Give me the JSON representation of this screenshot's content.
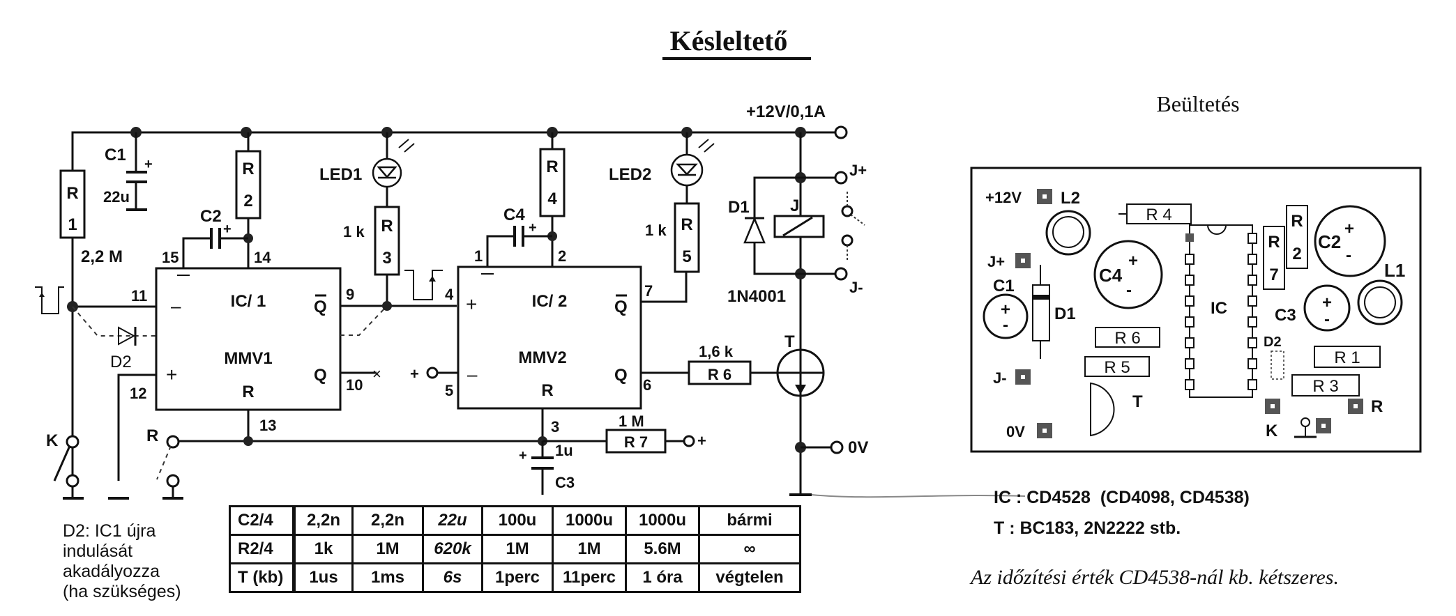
{
  "title": "Késleltető",
  "schematic": {
    "supply_label": "+12V/0,1A",
    "components": {
      "R1": {
        "ref": "R",
        "num": "1",
        "value": "2,2 M"
      },
      "R2": {
        "ref": "R",
        "num": "2"
      },
      "R3": {
        "ref": "R",
        "num": "3",
        "value": "1 k"
      },
      "R4": {
        "ref": "R",
        "num": "4"
      },
      "R5": {
        "ref": "R",
        "num": "5",
        "value": "1 k"
      },
      "R6": {
        "ref": "R 6",
        "value": "1,6 k"
      },
      "R7": {
        "ref": "R 7",
        "value": "1 M"
      },
      "C1": {
        "ref": "C1",
        "value": "22u"
      },
      "C2": {
        "ref": "C2"
      },
      "C3": {
        "ref": "C3",
        "value": "1u"
      },
      "C4": {
        "ref": "C4"
      },
      "LED1": {
        "ref": "LED1"
      },
      "LED2": {
        "ref": "LED2"
      },
      "D1": {
        "ref": "D1",
        "value": "1N4001"
      },
      "D2": {
        "ref": "D2"
      },
      "J": {
        "ref": "J"
      },
      "T": {
        "ref": "T"
      },
      "K": {
        "ref": "K"
      },
      "R_switch": {
        "ref": "R"
      }
    },
    "ic1": {
      "name": "IC/ 1",
      "type": "MMV1",
      "minus": "–",
      "plus": "+",
      "qbar": "Q",
      "q": "Q",
      "reset": "R",
      "pins": {
        "p15": "15",
        "p14": "14",
        "p11": "11",
        "p12": "12",
        "p9": "9",
        "p10": "10",
        "p13": "13"
      }
    },
    "ic2": {
      "name": "IC/ 2",
      "type": "MMV2",
      "minus": "–",
      "plus": "+",
      "qbar": "Q",
      "q": "Q",
      "reset": "R",
      "pins": {
        "p1": "1",
        "p2": "2",
        "p4": "4",
        "p5": "5",
        "p7": "7",
        "p6": "6",
        "p3": "3"
      }
    },
    "terminals": {
      "jplus": "J+",
      "jminus": "J-",
      "zero_v": "0V",
      "plus": "+",
      "plus5": "+"
    },
    "nc_mark": "×"
  },
  "timing_table": {
    "rows": [
      {
        "header": "C2/4",
        "cells": [
          "2,2n",
          "2,2n",
          "22u",
          "100u",
          "1000u",
          "1000u",
          "bármi"
        ]
      },
      {
        "header": "R2/4",
        "cells": [
          "1k",
          "1M",
          "620k",
          "1M",
          "1M",
          "5.6M",
          "∞"
        ]
      },
      {
        "header": "T (kb)",
        "cells": [
          "1us",
          "1ms",
          "6s",
          "1perc",
          "11perc",
          "1 óra",
          "végtelen"
        ]
      }
    ]
  },
  "note_d2": [
    "D2: IC1 újra",
    "indulását",
    "akadályozza",
    "(ha szükséges)"
  ],
  "layout_board": {
    "title": "Beültetés",
    "labels": {
      "p12v": "+12V",
      "jplus": "J+",
      "jminus": "J-",
      "zero_v": "0V",
      "k": "K",
      "r": "R",
      "L1": "L1",
      "L2": "L2",
      "C1": "C1",
      "C2": "C2",
      "C3": "C3",
      "C4": "C4",
      "D1": "D1",
      "D2": "D2",
      "IC": "IC",
      "T": "T",
      "R1": "R 1",
      "R2a": "R",
      "R2b": "2",
      "R3": "R 3",
      "R4": "R 4",
      "R5": "R 5",
      "R6": "R 6",
      "R7a": "R",
      "R7b": "7"
    }
  },
  "parts": {
    "ic": "IC : CD4528  (CD4098, CD4538)",
    "t": "T : BC183, 2N2222 stb."
  },
  "remark": "Az időzítési érték CD4538-nál kb. kétszeres."
}
